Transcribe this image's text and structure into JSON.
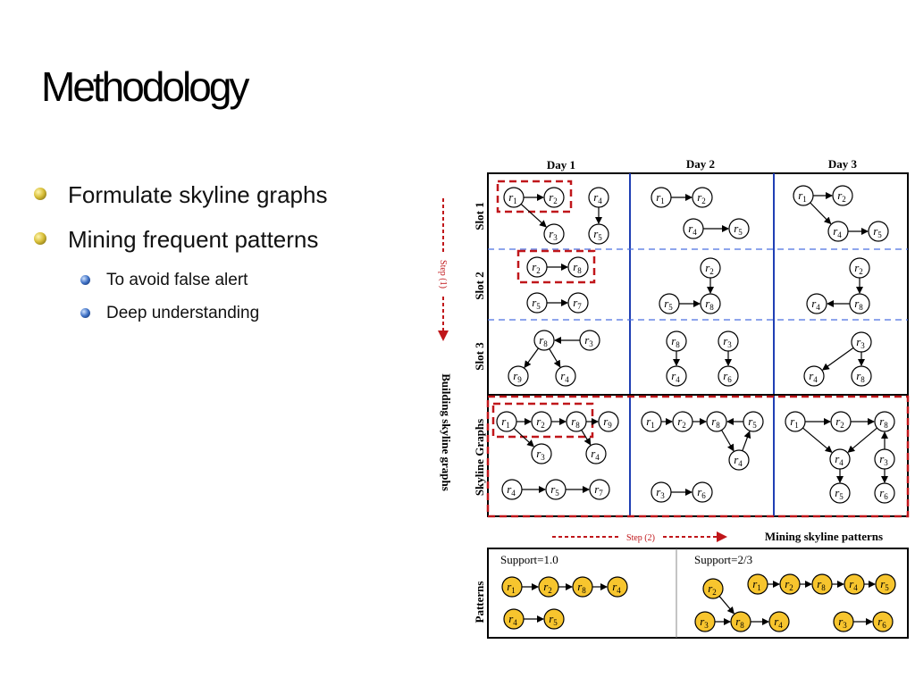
{
  "slide": {
    "title": "Methodology"
  },
  "bullets": [
    {
      "text": "Formulate skyline graphs"
    },
    {
      "text": "Mining frequent patterns",
      "sub": [
        "To avoid false alert",
        "Deep understanding"
      ]
    }
  ],
  "figure": {
    "days": [
      "Day 1",
      "Day 2",
      "Day 3"
    ],
    "rows": [
      "Slot 1",
      "Slot 2",
      "Slot 3",
      "Skyline Graphs"
    ],
    "step1": "Step (1)",
    "step2": "Step (2)",
    "building_label": "Building skyline graphs",
    "mining_label": "Mining skyline patterns",
    "patterns_label": "Patterns",
    "support_left": "Support=1.0",
    "support_right": "Support=2/3",
    "colors": {
      "accent_red": "#c0161a",
      "divider_blue": "#1f3fb4",
      "dashed_blue": "#4a6fe0",
      "pattern_fill": "#f7c52e"
    }
  }
}
